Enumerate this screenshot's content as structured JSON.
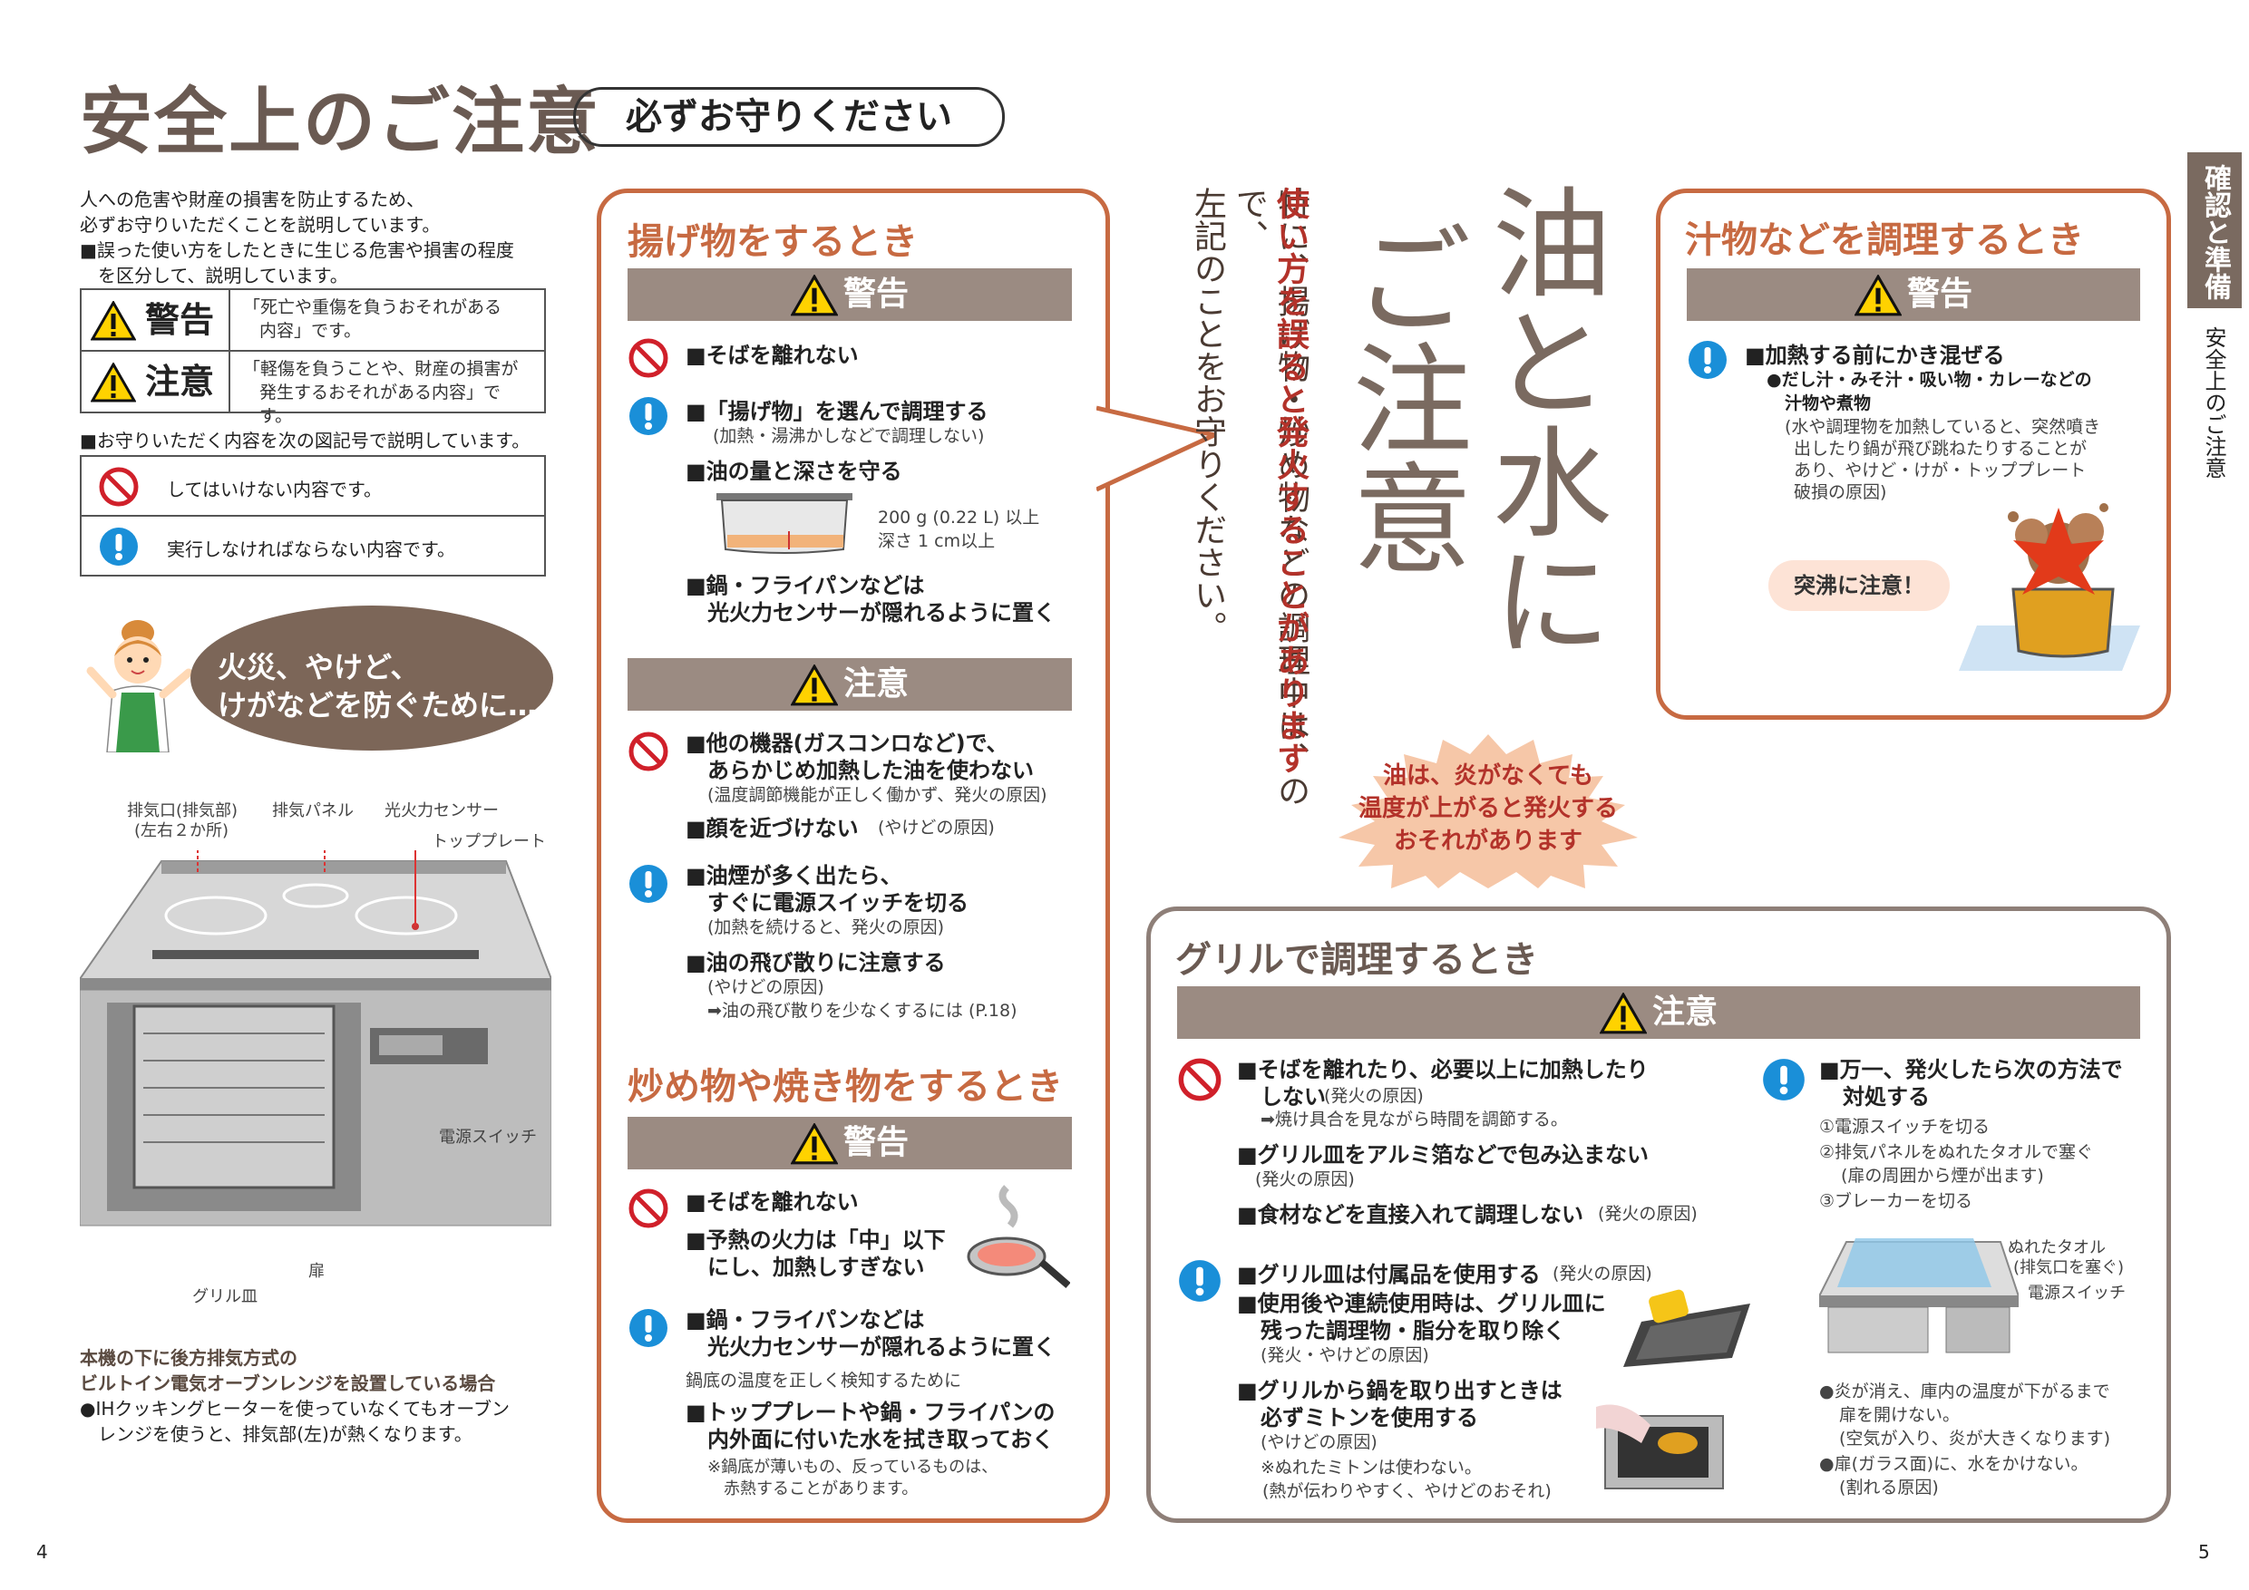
{
  "page": {
    "title": "安全上のご注意",
    "subtitle": "必ずお守りください",
    "page_left": "4",
    "page_right": "5",
    "side_tab": "確認と準備",
    "side_label": "安全上のご注意"
  },
  "intro": {
    "line1": "人への危害や財産の損害を防止するため、",
    "line2": "必ずお守りいただくことを説明しています。",
    "line3": "■誤った使い方をしたときに生じる危害や損害の程度",
    "line4": "を区分して、説明しています。"
  },
  "signals": [
    {
      "word": "警告",
      "desc1": "「死亡や重傷を負うおそれがある",
      "desc2": "内容」です。"
    },
    {
      "word": "注意",
      "desc1": "「軽傷を負うことや、財産の損害が",
      "desc2": "発生するおそれがある内容」です。"
    }
  ],
  "marks": {
    "intro": "■お守りいただく内容を次の図記号で説明しています。",
    "prohibit": "してはいけない内容です。",
    "mandatory": "実行しなければならない内容です。"
  },
  "bubble": {
    "line1": "火災、やけど、",
    "line2": "けがなどを防ぐために…"
  },
  "diagram": {
    "exhaust": "排気口(排気部)",
    "exhaust_sub": "(左右２か所)",
    "exhaust_panel": "排気パネル",
    "sensor": "光火力センサー",
    "top_plate": "トッププレート",
    "power_switch": "電源スイッチ",
    "door": "扉",
    "grill_pan": "グリル皿"
  },
  "bottom_note": {
    "h1": "本機の下に後方排気方式の",
    "h2": "ビルトイン電気オーブンレンジを設置している場合",
    "b1": "●IHクッキングヒーターを使っていなくてもオーブン",
    "b2": "レンジを使うと、排気部(左)が熱くなります。"
  },
  "fry": {
    "title": "揚げ物をするとき",
    "warning": "警告",
    "caution": "注意",
    "w1": "■そばを離れない",
    "w2": "■「揚げ物」を選んで調理する",
    "w2s": "(加熱・湯沸かしなどで調理しない)",
    "w3": "■油の量と深さを守る",
    "oil_amount": "200 g (0.22 L) 以上",
    "oil_depth": "深さ 1 cm以上",
    "w4a": "■鍋・フライパンなどは",
    "w4b": "光火力センサーが隠れるように置く",
    "c1a": "■他の機器(ガスコンロなど)で、",
    "c1b": "あらかじめ加熱した油を使わない",
    "c1s": "(温度調節機能が正しく働かず、発火の原因)",
    "c2": "■顔を近づけない",
    "c2s": "(やけどの原因)",
    "c3a": "■油煙が多く出たら、",
    "c3b": "すぐに電源スイッチを切る",
    "c3s": "(加熱を続けると、発火の原因)",
    "c4": "■油の飛び散りに注意する",
    "c4s": "(やけどの原因)",
    "c4ref": "➡油の飛び散りを少なくするには (P.18)"
  },
  "stir": {
    "title": "炒め物や焼き物をするとき",
    "warning": "警告",
    "w1": "■そばを離れない",
    "w2a": "■予熱の火力は「中」以下",
    "w2b": "にし、加熱しすぎない",
    "w3a": "■鍋・フライパンなどは",
    "w3b": "光火力センサーが隠れるように置く",
    "w3note": "鍋底の温度を正しく検知するために",
    "w4a": "■トッププレートや鍋・フライパンの",
    "w4b": "内外面に付いた水を拭き取っておく",
    "n1": "※鍋底が薄いもの、反っているものは、",
    "n2": "赤熱することがあります。"
  },
  "center": {
    "big1": "油と水に",
    "big2": "ご注意",
    "v1": "特に、揚げ物・炒め物などの調理中は、",
    "v2red": "使い方を誤ると発火することがあります",
    "v2end": "ので、",
    "v3": "左記のことをお守りください。",
    "burst1": "油は、炎がなくても",
    "burst2": "温度が上がると発火する",
    "burst3": "おそれがあります"
  },
  "soup": {
    "title": "汁物などを調理するとき",
    "warning": "警告",
    "i1": "■加熱する前にかき混ぜる",
    "i2a": "●だし汁・みそ汁・吸い物・カレーなどの",
    "i2b": "汁物や煮物",
    "i3a": "(水や調理物を加熱していると、突然噴き",
    "i3b": "出したり鍋が飛び跳ねたりすることが",
    "i3c": "あり、やけど・けが・トッププレート",
    "i3d": "破損の原因)",
    "bumping": "突沸に注意！"
  },
  "grill": {
    "title": "グリルで調理するとき",
    "caution": "注意",
    "p1a": "■そばを離れたり、必要以上に加熱したり",
    "p1b": "しない",
    "p1s": "(発火の原因)",
    "p1ref": "➡焼け具合を見ながら時間を調節する。",
    "p2": "■グリル皿をアルミ箔などで包み込まない",
    "p2s": "(発火の原因)",
    "p3": "■食材などを直接入れて調理しない",
    "p3s": "(発火の原因)",
    "m1": "■グリル皿は付属品を使用する",
    "m1s": "(発火の原因)",
    "m2a": "■使用後や連続使用時は、グリル皿に",
    "m2b": "残った調理物・脂分を取り除く",
    "m2s": "(発火・やけどの原因)",
    "m3a": "■グリルから鍋を取り出すときは",
    "m3b": "必ずミトンを使用する",
    "m3s": "(やけどの原因)",
    "m3n1": "※ぬれたミトンは使わない。",
    "m3n2": "(熱が伝わりやすく、やけどのおそれ)",
    "f1a": "■万一、発火したら次の方法で",
    "f1b": "対処する",
    "s1": "①電源スイッチを切る",
    "s2": "②排気パネルをぬれたタオルで塞ぐ",
    "s2b": "(扉の周囲から煙が出ます)",
    "s3": "③ブレーカーを切る",
    "towel": "ぬれたタオル",
    "towel_sub": "(排気口を塞ぐ)",
    "power": "電源スイッチ",
    "b1a": "●炎が消え、庫内の温度が下がるまで",
    "b1b": "扉を開けない。",
    "b1c": "(空気が入り、炎が大きくなります)",
    "b2a": "●扉(ガラス面)に、水をかけない。",
    "b2b": "(割れる原因)"
  }
}
